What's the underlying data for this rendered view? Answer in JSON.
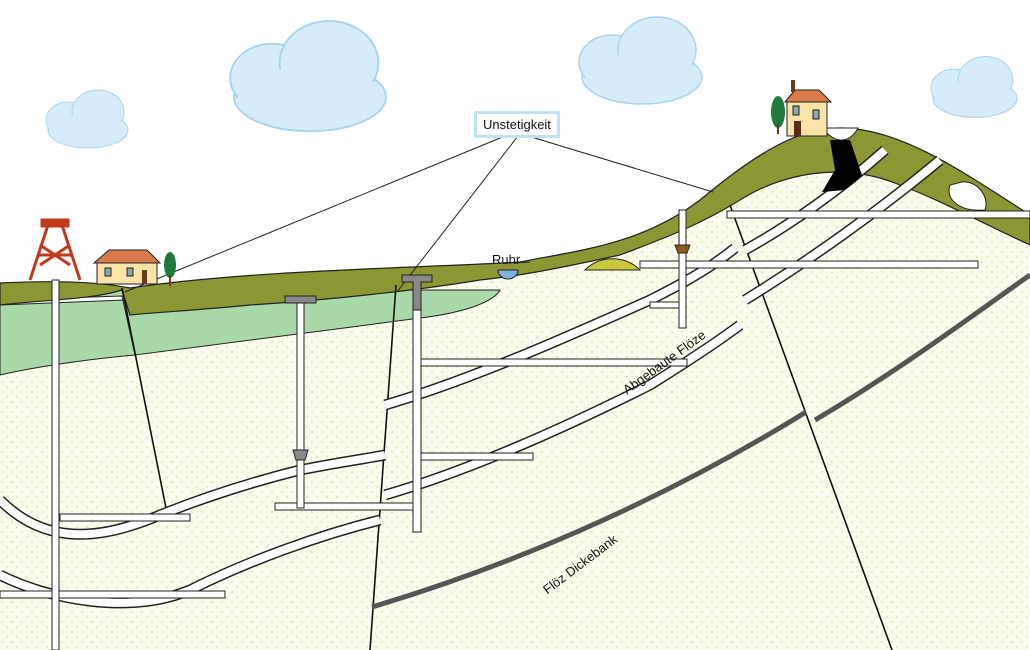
{
  "labels": {
    "discontinuity": "Unstetigkeit",
    "river": "Ruhr",
    "mined_seams": "Abgebaute Flöze",
    "seam_dickebank": "Flöz Dickebank"
  },
  "colors": {
    "topsoil": "#8c9632",
    "cover_layer": "#a9d9a9",
    "rock": "#fbfbea",
    "seam_dark": "#555555",
    "headframe": "#c0391b",
    "cloud": "#d6ecfa"
  }
}
